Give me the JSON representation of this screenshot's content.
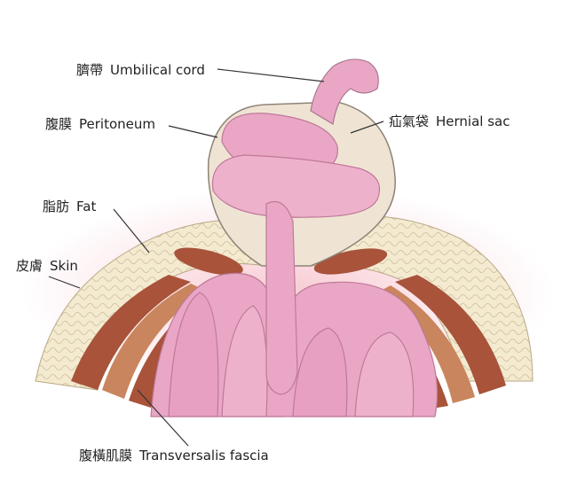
{
  "labels": [
    {
      "id": "umbilical-cord",
      "zh": "臍帶",
      "en": "Umbilical cord"
    },
    {
      "id": "peritoneum",
      "zh": "腹膜",
      "en": "Peritoneum"
    },
    {
      "id": "hernial-sac",
      "zh": "疝氣袋",
      "en": "Hernial sac"
    },
    {
      "id": "fat",
      "zh": "脂肪",
      "en": "Fat"
    },
    {
      "id": "skin",
      "zh": "皮膚",
      "en": "Skin"
    },
    {
      "id": "transversalis-fascia",
      "zh": "腹橫肌膜",
      "en": "Transversalis fascia"
    }
  ],
  "colors": {
    "intestine": "#e9a7c5",
    "intestine_dark": "#c0789a",
    "fat": "#f2e6c6",
    "muscle": "#a8533a",
    "skin_glow": "#f7c6cf",
    "sac_membrane": "#efe4d4",
    "leader_line": "#333333"
  }
}
